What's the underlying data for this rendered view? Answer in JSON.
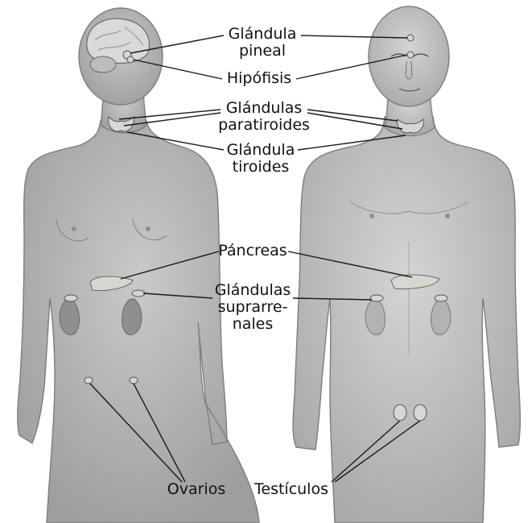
{
  "labels": {
    "pineal": {
      "line1": "Glándula",
      "line2": "pineal"
    },
    "pituitary": "Hipófisis",
    "parathyroid": {
      "line1": "Glándulas",
      "line2": "paratiroides"
    },
    "thyroid": {
      "line1": "Glándula",
      "line2": "tiroides"
    },
    "pancreas": "Páncreas",
    "adrenal": {
      "line1": "Glándulas",
      "line2": "suprarre-",
      "line3": "nales"
    },
    "ovaries": "Ovarios",
    "testicles": "Testículos"
  },
  "colors": {
    "skin_female": "#b9b9b9",
    "skin_male": "#c6c6c6",
    "outline": "#7d7d7d",
    "gland_fill": "#d8d6cf",
    "kidney_fill": "#8f8f8f",
    "leader_line": "#1a1a1a"
  }
}
